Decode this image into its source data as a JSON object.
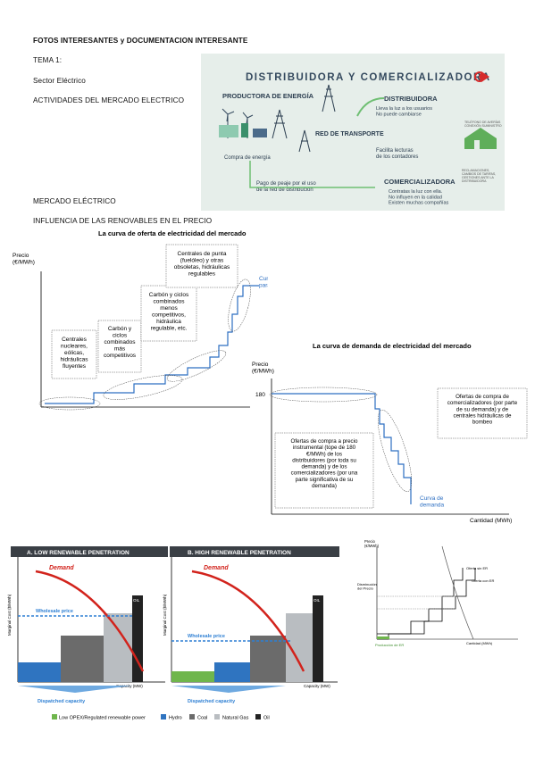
{
  "doc": {
    "heading": "FOTOS INTERESANTES y DOCUMENTACION INTERESANTE",
    "tema": "TEMA 1:",
    "sector": "Sector Eléctrico",
    "actividades": "ACTIVIDADES DEL MERCADO ELECTRICO",
    "mercado": "MERCADO ELÉCTRICO",
    "influencia": "INFLUENCIA DE LAS RENOVABLES EN EL PRECIO"
  },
  "infographic": {
    "title": "DISTRIBUIDORA Y COMERCIALIZADORA",
    "productora": "PRODUCTORA DE ENERGÍA",
    "red": "RED DE TRANSPORTE",
    "distribuidora": "DISTRIBUIDORA",
    "dist_desc": "Lleva la luz a los usuarios\nNo puede cambiarse",
    "compra": "Compra de energía",
    "peaje": "Pago de peaje por el uso\nde la red de distribución",
    "facilita": "Facilita lecturas\nde los contadores",
    "comercializadora": "COMERCIALIZADORA",
    "com_desc": "Contratas la luz con ella.\nNo influyen en la calidad\nExisten muchas compañías",
    "small_1": "TELÉFONO DE AVERÍAS\nCONEXIÓN SUMINISTRO",
    "small_2": "RECLAMACIONES,\nCAMBIOS DE TARIFAS,\nGESTIONES ANTE LA\nDISTRIBUIDORA"
  },
  "supply_chart": {
    "title": "La curva de oferta de electricidad del mercado",
    "ylabel": "Precio\n(€/MWh)",
    "series_label": "Curva de oferta\npara una hora",
    "box1": "Centrales\nnucleares,\neólicas,\nhidráulicas\nfluyentes",
    "box2": "Carbón y\nciclos\ncombinados\nmás\ncompetitivos",
    "box3": "Carbón y ciclos\ncombinados\nmenos\ncompetitivos,\nhidráulica\nregulable, etc.",
    "box4": "Centrales de punta\n(fuelóleo) y otras\nobsoletas, hidráulicas\nregulables"
  },
  "demand_chart": {
    "title": "La curva de demanda de electricidad del mercado",
    "ylabel": "Precio\n(€/MWh)",
    "tick_180": "180",
    "xlabel": "Cantidad (MWh)",
    "series_label": "Curva de\ndemanda",
    "box_left": "Ofertas de compra a precio\ninstrumental (tope de 180\n€/MWh) de los\ndistribuidores (por toda su\ndemanda) y de los\ncomercializadores (por una\nparte significativa de su\ndemanda)",
    "box_right": "Ofertas de compra de\ncomercializadores (por parte\nde su demanda) y de\ncentrales hidráulicas de\nbombeo"
  },
  "renewables": {
    "panel_a": "A. LOW RENEWABLE PENETRATION",
    "panel_b": "B. HIGH RENEWABLE PENETRATION",
    "ylabel": "Marginal Cost ($/MWh)",
    "xlabel": "Capacity (MW)",
    "demand": "Demand",
    "wholesale": "Wholesale price",
    "oil": "OIL",
    "dispatched": "Dispatched capacity",
    "legend": [
      "Low OPEX/Regulated renewable power",
      "Hydro",
      "Coal",
      "Natural Gas",
      "Oil"
    ],
    "colors": {
      "renewable": "#6fb64c",
      "hydro": "#2f74c0",
      "coal": "#6b6b6b",
      "gas": "#b9bdc1",
      "oil": "#222222",
      "demand": "#d2231c",
      "price": "#2d7fd3"
    }
  },
  "small_chart": {
    "ylabel": "Precio\n(€/MWh)",
    "dism": "Disminución\ndel Precio",
    "oferta_sin": "Oferta sin ER",
    "oferta_con": "Oferta con ER",
    "xlabel": "Cantidad (MWh)",
    "produccion": "Producción de ER"
  }
}
